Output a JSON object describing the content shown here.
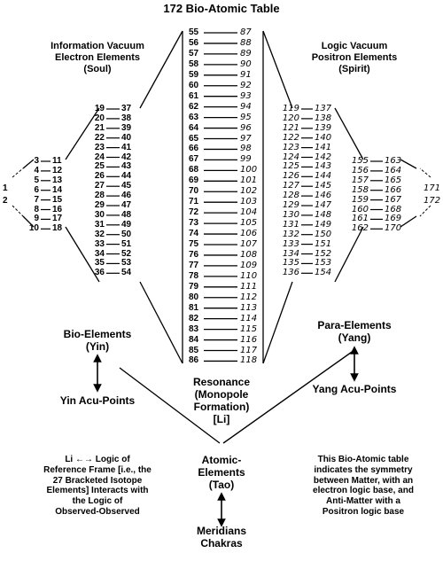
{
  "title": "172 Bio-Atomic Table",
  "labels": {
    "left_header": "Information Vacuum\nElectron Elements\n(Soul)",
    "right_header": "Logic Vacuum\nPositron Elements\n(Spirit)",
    "bio_elements": "Bio-Elements\n(Yin)",
    "yin_acu": "Yin Acu-Points",
    "para_elements": "Para-Elements\n(Yang)",
    "yang_acu": "Yang Acu-Points",
    "resonance": "Resonance\n(Monopole\nFormation)\n[Li]",
    "atomic": "Atomic-\nElements\n(Tao)",
    "meridians": "Meridians\nChakras",
    "li_text": "Li ←→ Logic of\nReference Frame [i.e., the\n27 Bracketed Isotope\nElements] Interacts with\nthe Logic of\nObserved-Observed",
    "symmetry_text": "This Bio-Atomic table\nindicates the symmetry\nbetween Matter, with an\nelectron logic base, and\nAnti-Matter with a\nPositron logic base"
  },
  "elements": {
    "col_1_2": [
      "1",
      "2"
    ],
    "col_3_10": [
      "3",
      "4",
      "5",
      "6",
      "7",
      "8",
      "9",
      "10"
    ],
    "col_11_18": [
      "11",
      "12",
      "13",
      "14",
      "15",
      "16",
      "17",
      "18"
    ],
    "col_19_36": [
      "19",
      "20",
      "21",
      "22",
      "23",
      "24",
      "25",
      "26",
      "27",
      "28",
      "29",
      "30",
      "31",
      "32",
      "33",
      "34",
      "35",
      "36"
    ],
    "col_37_54": [
      "37",
      "38",
      "39",
      "40",
      "41",
      "42",
      "43",
      "44",
      "45",
      "46",
      "47",
      "48",
      "49",
      "50",
      "51",
      "52",
      "53",
      "54"
    ],
    "col_55_86": [
      "55",
      "56",
      "57",
      "58",
      "59",
      "60",
      "61",
      "62",
      "63",
      "64",
      "65",
      "66",
      "67",
      "68",
      "69",
      "70",
      "71",
      "72",
      "73",
      "74",
      "75",
      "76",
      "77",
      "78",
      "79",
      "80",
      "81",
      "82",
      "83",
      "84",
      "85",
      "86"
    ],
    "col_87_118": [
      "87",
      "88",
      "89",
      "90",
      "91",
      "92",
      "93",
      "94",
      "95",
      "96",
      "97",
      "98",
      "99",
      "100",
      "101",
      "102",
      "103",
      "104",
      "105",
      "106",
      "107",
      "108",
      "109",
      "110",
      "111",
      "112",
      "113",
      "114",
      "115",
      "116",
      "117",
      "118"
    ],
    "col_119_136": [
      "119",
      "120",
      "121",
      "122",
      "123",
      "124",
      "125",
      "126",
      "127",
      "128",
      "129",
      "130",
      "131",
      "132",
      "133",
      "134",
      "135",
      "136"
    ],
    "col_137_154": [
      "137",
      "138",
      "139",
      "140",
      "141",
      "142",
      "143",
      "144",
      "145",
      "146",
      "147",
      "148",
      "149",
      "150",
      "151",
      "152",
      "153",
      "154"
    ],
    "col_155_162": [
      "155",
      "156",
      "157",
      "158",
      "159",
      "160",
      "161",
      "162"
    ],
    "col_163_170": [
      "163",
      "164",
      "165",
      "166",
      "167",
      "168",
      "169",
      "170"
    ],
    "col_171_172": [
      "171",
      "172"
    ]
  }
}
